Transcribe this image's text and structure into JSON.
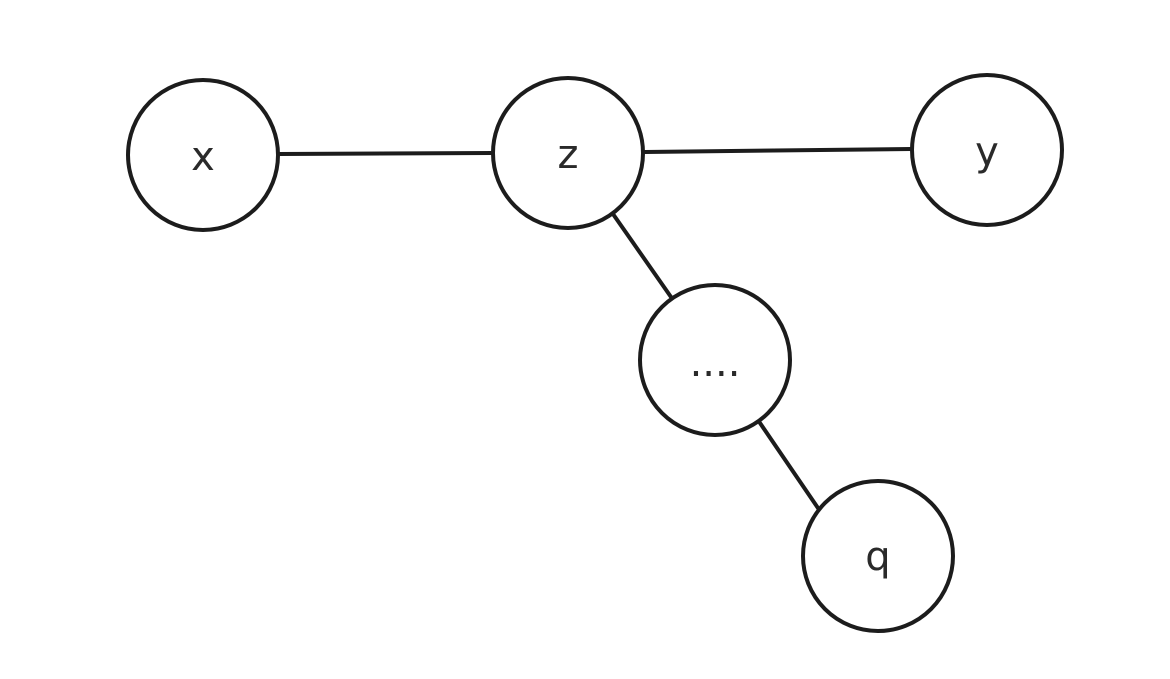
{
  "diagram": {
    "nodes": [
      {
        "id": "x",
        "label": "x"
      },
      {
        "id": "z",
        "label": "z"
      },
      {
        "id": "y",
        "label": "y"
      },
      {
        "id": "mid",
        "label": "...."
      },
      {
        "id": "q",
        "label": "q"
      }
    ],
    "edges": [
      {
        "from": "x",
        "to": "z"
      },
      {
        "from": "z",
        "to": "y"
      },
      {
        "from": "z",
        "to": "mid"
      },
      {
        "from": "mid",
        "to": "q"
      }
    ],
    "colors": {
      "stroke": "#1c1c1c",
      "fill": "#ffffff",
      "text": "#2a2a2a"
    }
  }
}
